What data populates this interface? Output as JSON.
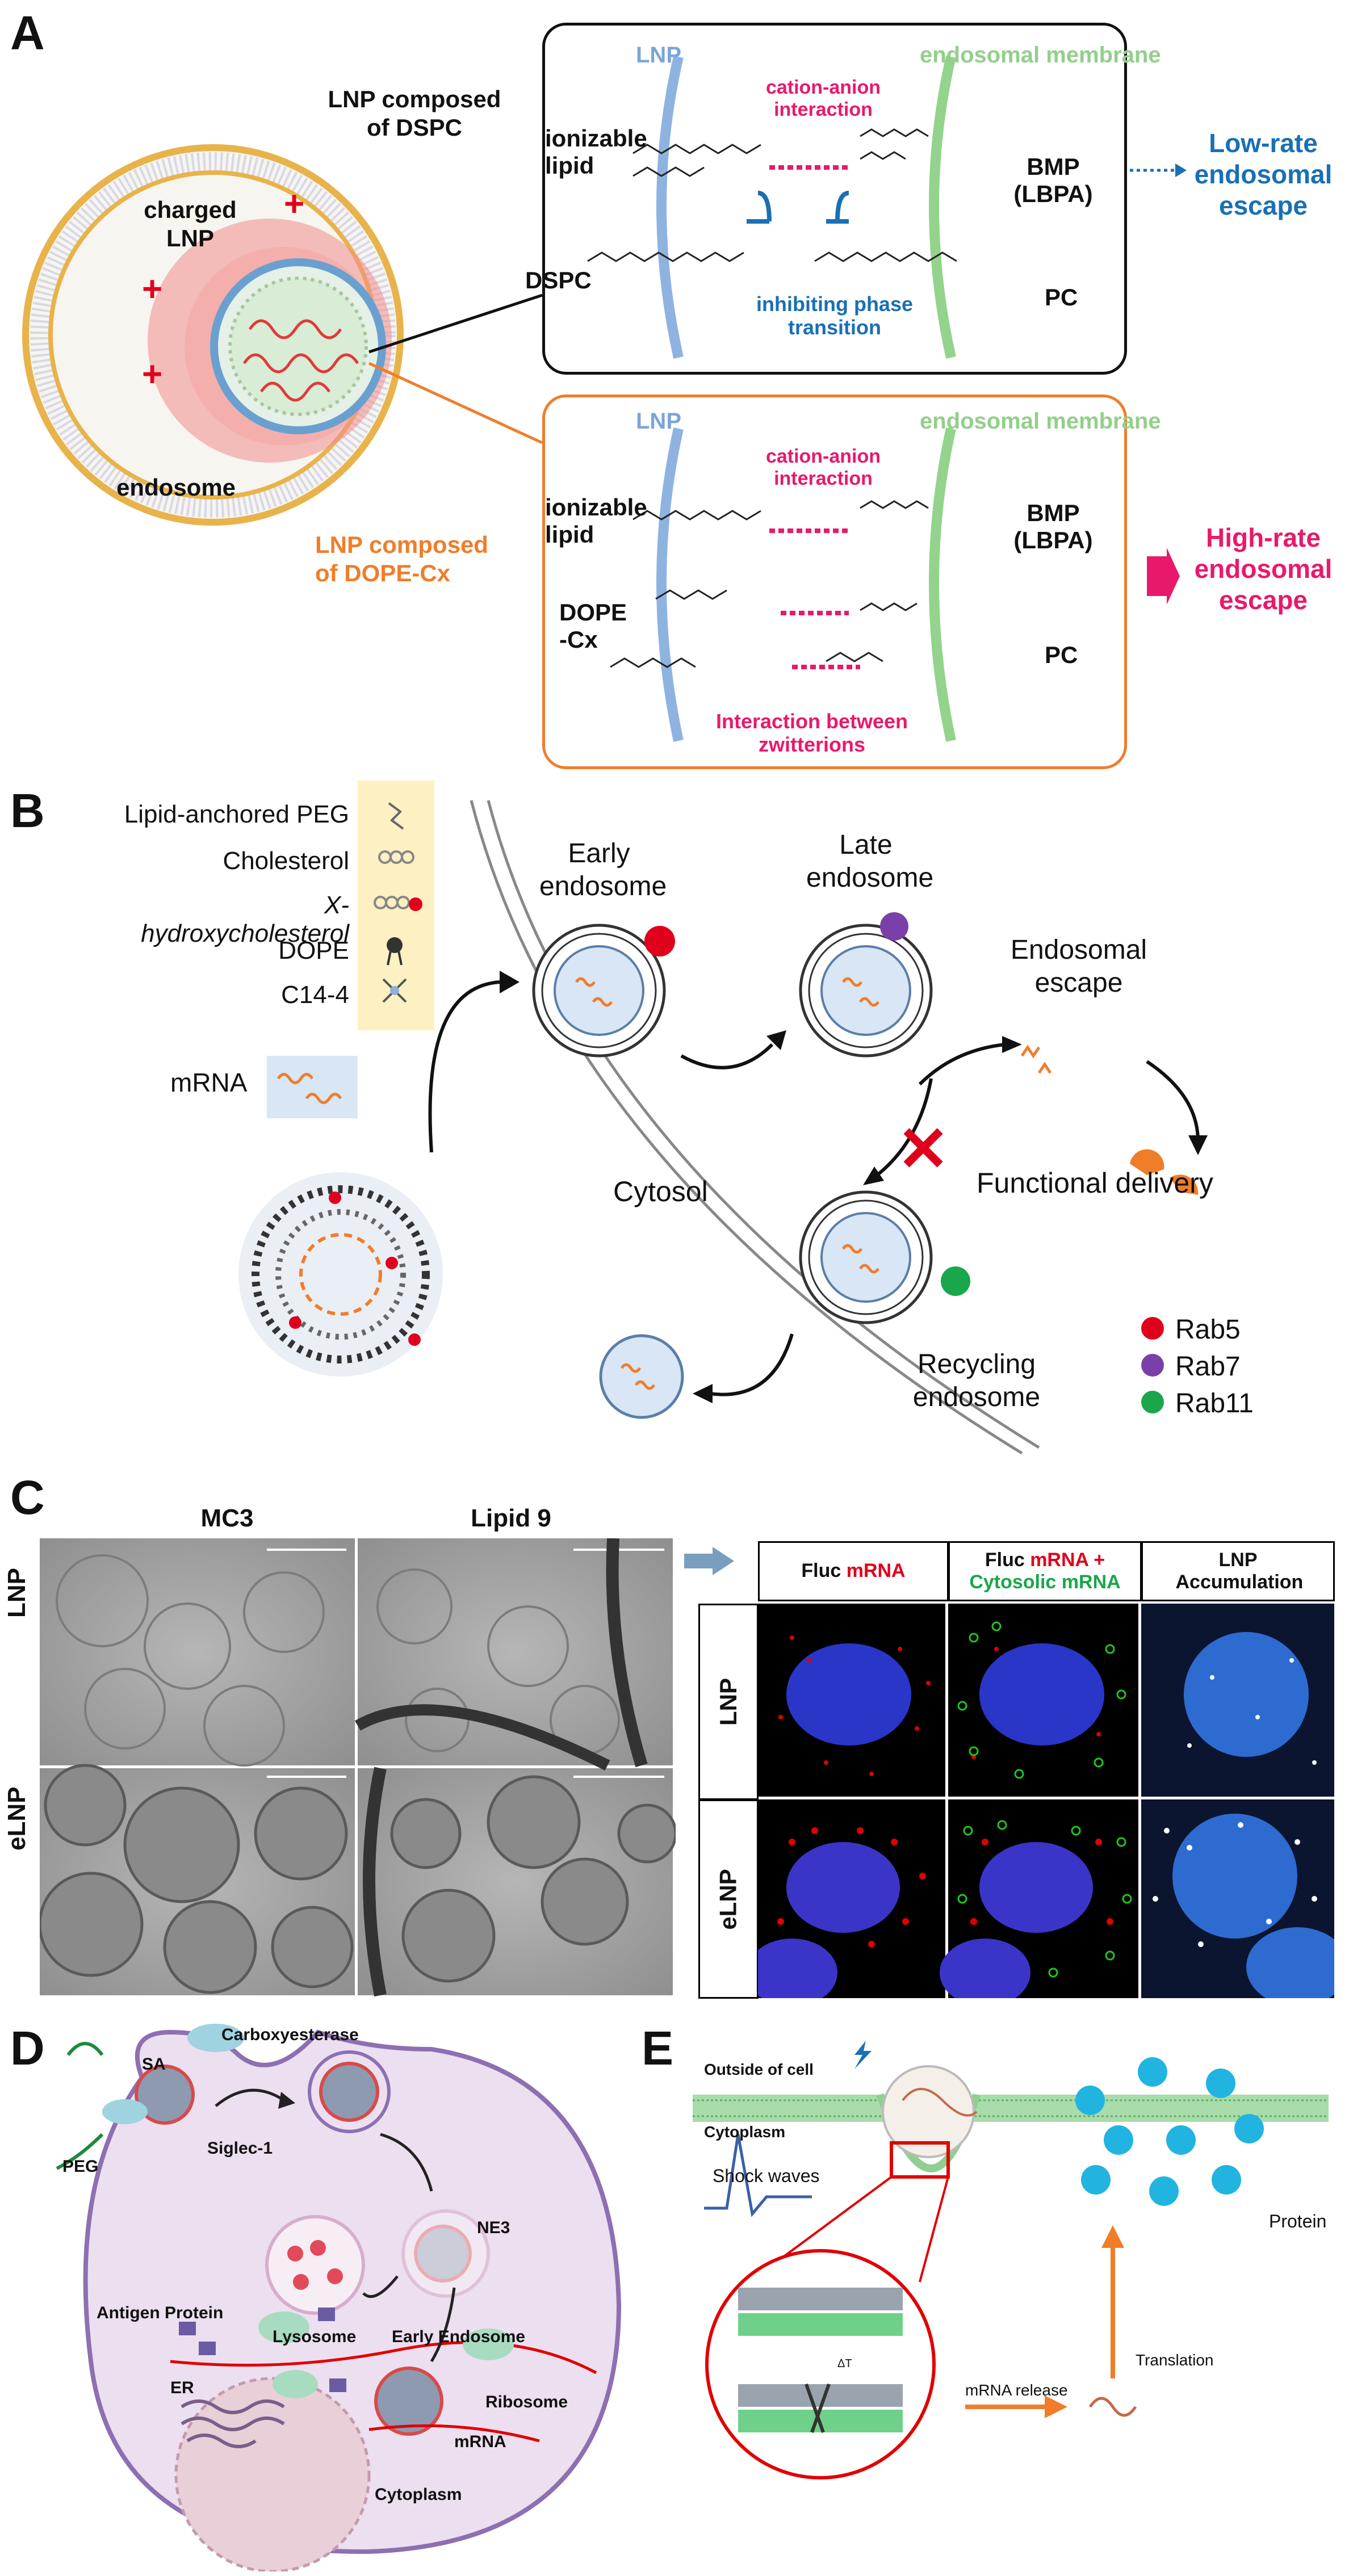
{
  "panels": {
    "a": "A",
    "b": "B",
    "c": "C",
    "d": "D",
    "e": "E"
  },
  "panelA": {
    "lnp_dspc": "LNP composed of DSPC",
    "charged_lnp": "charged LNP",
    "endosome": "endosome",
    "lnp_dope": "LNP composed of DOPE-Cx",
    "top": {
      "lnp": "LNP",
      "membrane": "endosomal membrane",
      "cation_anion": "cation-anion interaction",
      "ionizable": "ionizable lipid",
      "bmp": "BMP (LBPA)",
      "dspc": "DSPC",
      "pc": "PC",
      "inhibit": "inhibiting phase transition",
      "outcome": "Low-rate endosomal escape"
    },
    "bottom": {
      "lnp": "LNP",
      "membrane": "endosomal membrane",
      "cation_anion": "cation-anion interaction",
      "ionizable": "ionizable lipid",
      "bmp": "BMP (LBPA)",
      "dope": "DOPE -Cx",
      "pc": "PC",
      "zwitter": "Interaction between zwitterions",
      "outcome": "High-rate endosomal escape"
    },
    "plus": "+"
  },
  "panelB": {
    "legend": [
      "Lipid-anchored PEG",
      "Cholesterol",
      "X-hydroxycholesterol",
      "DOPE",
      "C14-4"
    ],
    "mrna": "mRNA",
    "early": "Early endosome",
    "late": "Late endosome",
    "escape": "Endosomal escape",
    "functional": "Functional delivery",
    "cytosol": "Cytosol",
    "recycling": "Recycling endosome",
    "rabs": [
      {
        "label": "Rab5",
        "color": "#e0001b"
      },
      {
        "label": "Rab7",
        "color": "#7a3fa8"
      },
      {
        "label": "Rab11",
        "color": "#1aa64a"
      }
    ],
    "cross": "✕"
  },
  "panelC": {
    "col1": "MC3",
    "col2": "Lipid 9",
    "row1": "LNP",
    "row2": "eLNP",
    "fluor_headers": {
      "h1a": "Fluc ",
      "h1b": "mRNA",
      "h2a": "Fluc ",
      "h2b": "mRNA +",
      "h2c": "Cytosolic mRNA",
      "h3": "LNP Accumulation"
    },
    "fluor_rows": [
      "LNP",
      "eLNP"
    ]
  },
  "panelD": {
    "carboxy": "Carboxyesterase",
    "sa": "SA",
    "peg": "PEG",
    "siglec": "Siglec-1",
    "ne3": "NE3",
    "antigen": "Antigen Protein",
    "lysosome": "Lysosome",
    "early": "Early Endosome",
    "er": "ER",
    "ribosome": "Ribosome",
    "mrna": "mRNA",
    "cytoplasm": "Cytoplasm"
  },
  "panelE": {
    "outside": "Outside of cell",
    "cytoplasm": "Cytoplasm",
    "shock": "Shock waves",
    "protein": "Protein",
    "translation": "Translation",
    "release": "mRNA release",
    "delta": "ΔT"
  },
  "colors": {
    "lnp_blue": "#6f9fd8",
    "membrane_green": "#7cc576",
    "pink": "#e8196b",
    "blue_text": "#1a6fb5",
    "orange": "#f07d2a",
    "escape_blue": "#1a6fb5",
    "escape_pink": "#e8196b"
  }
}
